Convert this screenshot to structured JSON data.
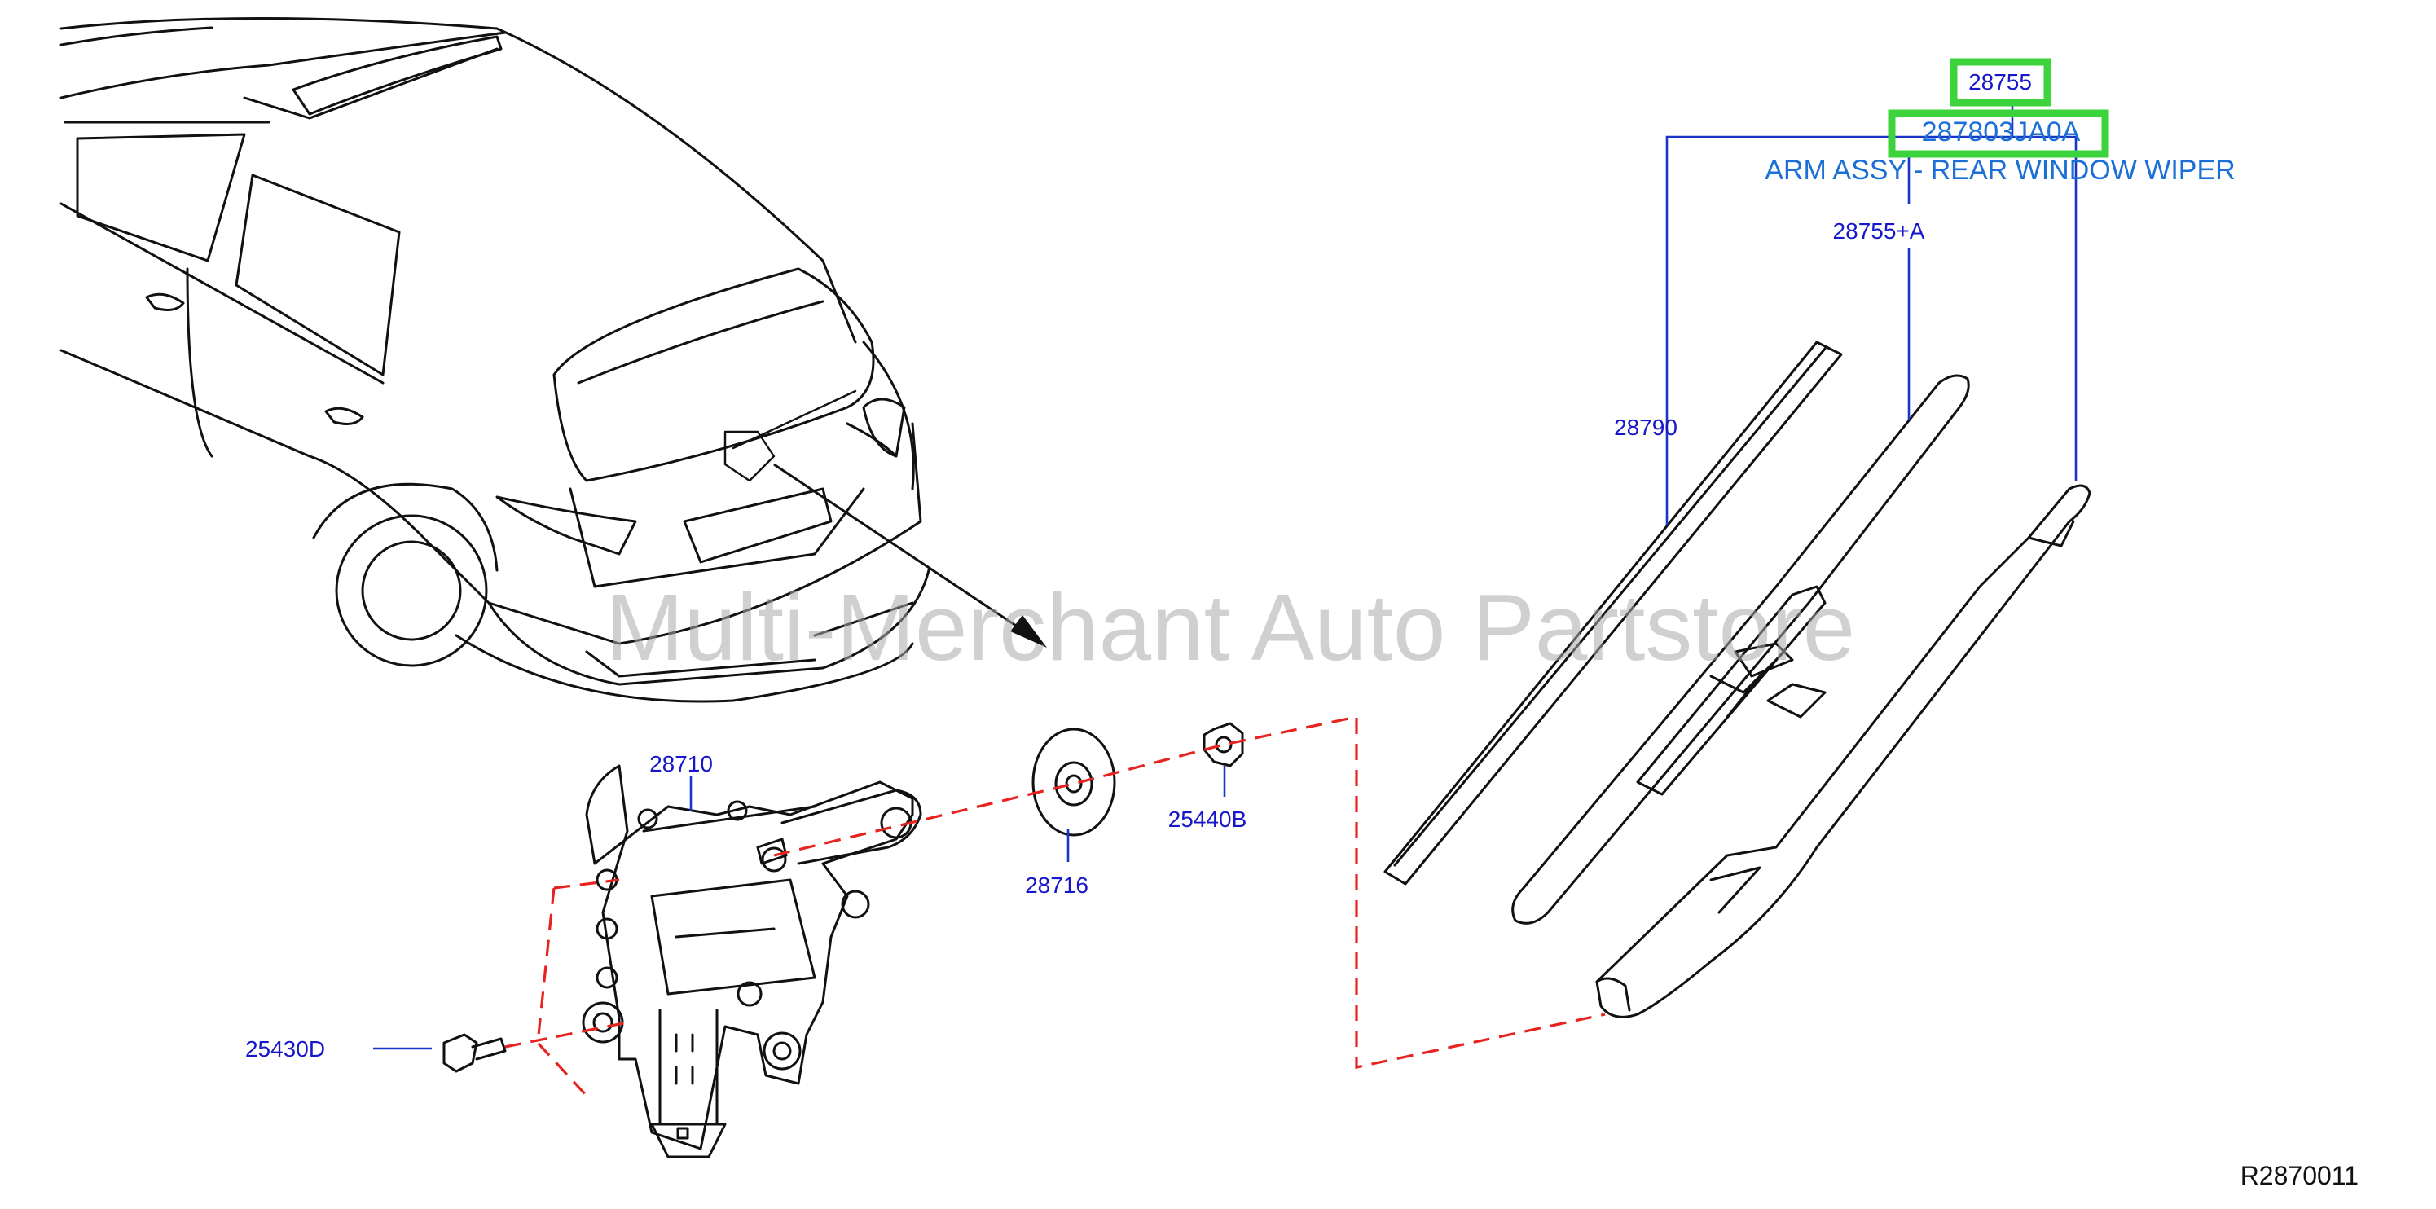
{
  "diagram": {
    "title": "ARM ASSY - REAR WINDOW WIPER",
    "part_number": "287803JA0A",
    "reference_code": "R2870011",
    "watermark": "Multi-Merchant Auto Partstore",
    "callouts": {
      "c28755": "28755",
      "c28755a": "28755+A",
      "c28790": "28790",
      "c28710": "28710",
      "c28716": "28716",
      "c25440b": "25440B",
      "c25430d": "25430D"
    },
    "colors": {
      "callout": "#1717c9",
      "title": "#1c6fd6",
      "highlight": "#3cd33c",
      "dashed_guide": "#e8221e"
    }
  }
}
